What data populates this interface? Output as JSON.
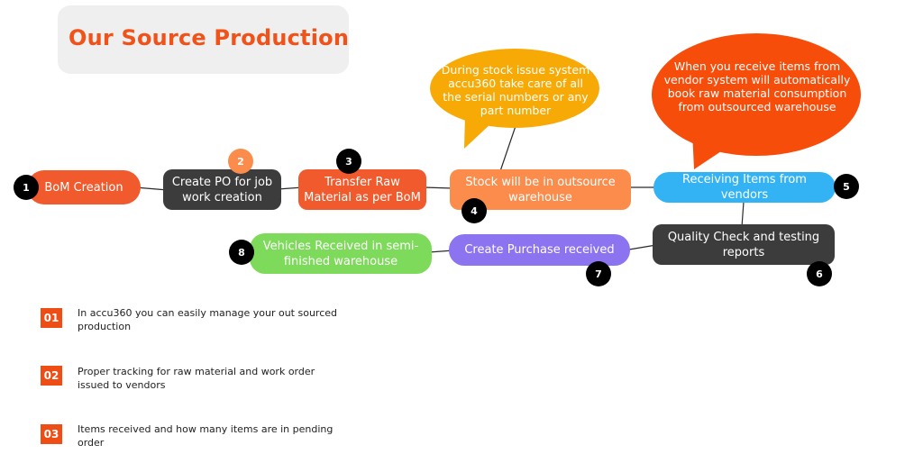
{
  "title": "Our Source Production",
  "colors": {
    "title": "#f0521a",
    "red_orange": "#f05a2c",
    "dark_gray": "#3c3c3c",
    "light_orange": "#fb8c4c",
    "sky_blue": "#33b3f3",
    "purple": "#8c73f0",
    "green": "#7dda5a",
    "yellow_bubble": "#f7aa05",
    "red_bubble": "#f64d0b",
    "badge": "#000000",
    "list_number_bg": "#ee4d16"
  },
  "flow": {
    "bom_creation": "BoM Creation",
    "create_po": "Create PO for job work creation",
    "transfer_raw": "Transfer Raw Material as per BoM",
    "stock_outsource": "Stock will be in outsource warehouse",
    "receiving_items": "Receiving Items from vendors",
    "quality_check": "Quality Check and testing reports",
    "create_purchase": "Create Purchase received",
    "vehicles_received": "Vehicles Received in semi-finished warehouse"
  },
  "badges": {
    "b1": "1",
    "b2": "2",
    "b3": "3",
    "b4": "4",
    "b5": "5",
    "b6": "6",
    "b7": "7",
    "b8": "8"
  },
  "callouts": {
    "stock_issue": "During stock issue system accu360 take care of all the serial numbers or any part number",
    "auto_book": "When you receive items from vendor system will automatically book raw material consumption from outsourced warehouse"
  },
  "notes": [
    {
      "number": "01",
      "text": "In accu360 you can easily manage your out sourced production"
    },
    {
      "number": "02",
      "text": "Proper tracking for raw material and work order issued to vendors"
    },
    {
      "number": "03",
      "text": "Items received and how many items are in pending order"
    }
  ]
}
